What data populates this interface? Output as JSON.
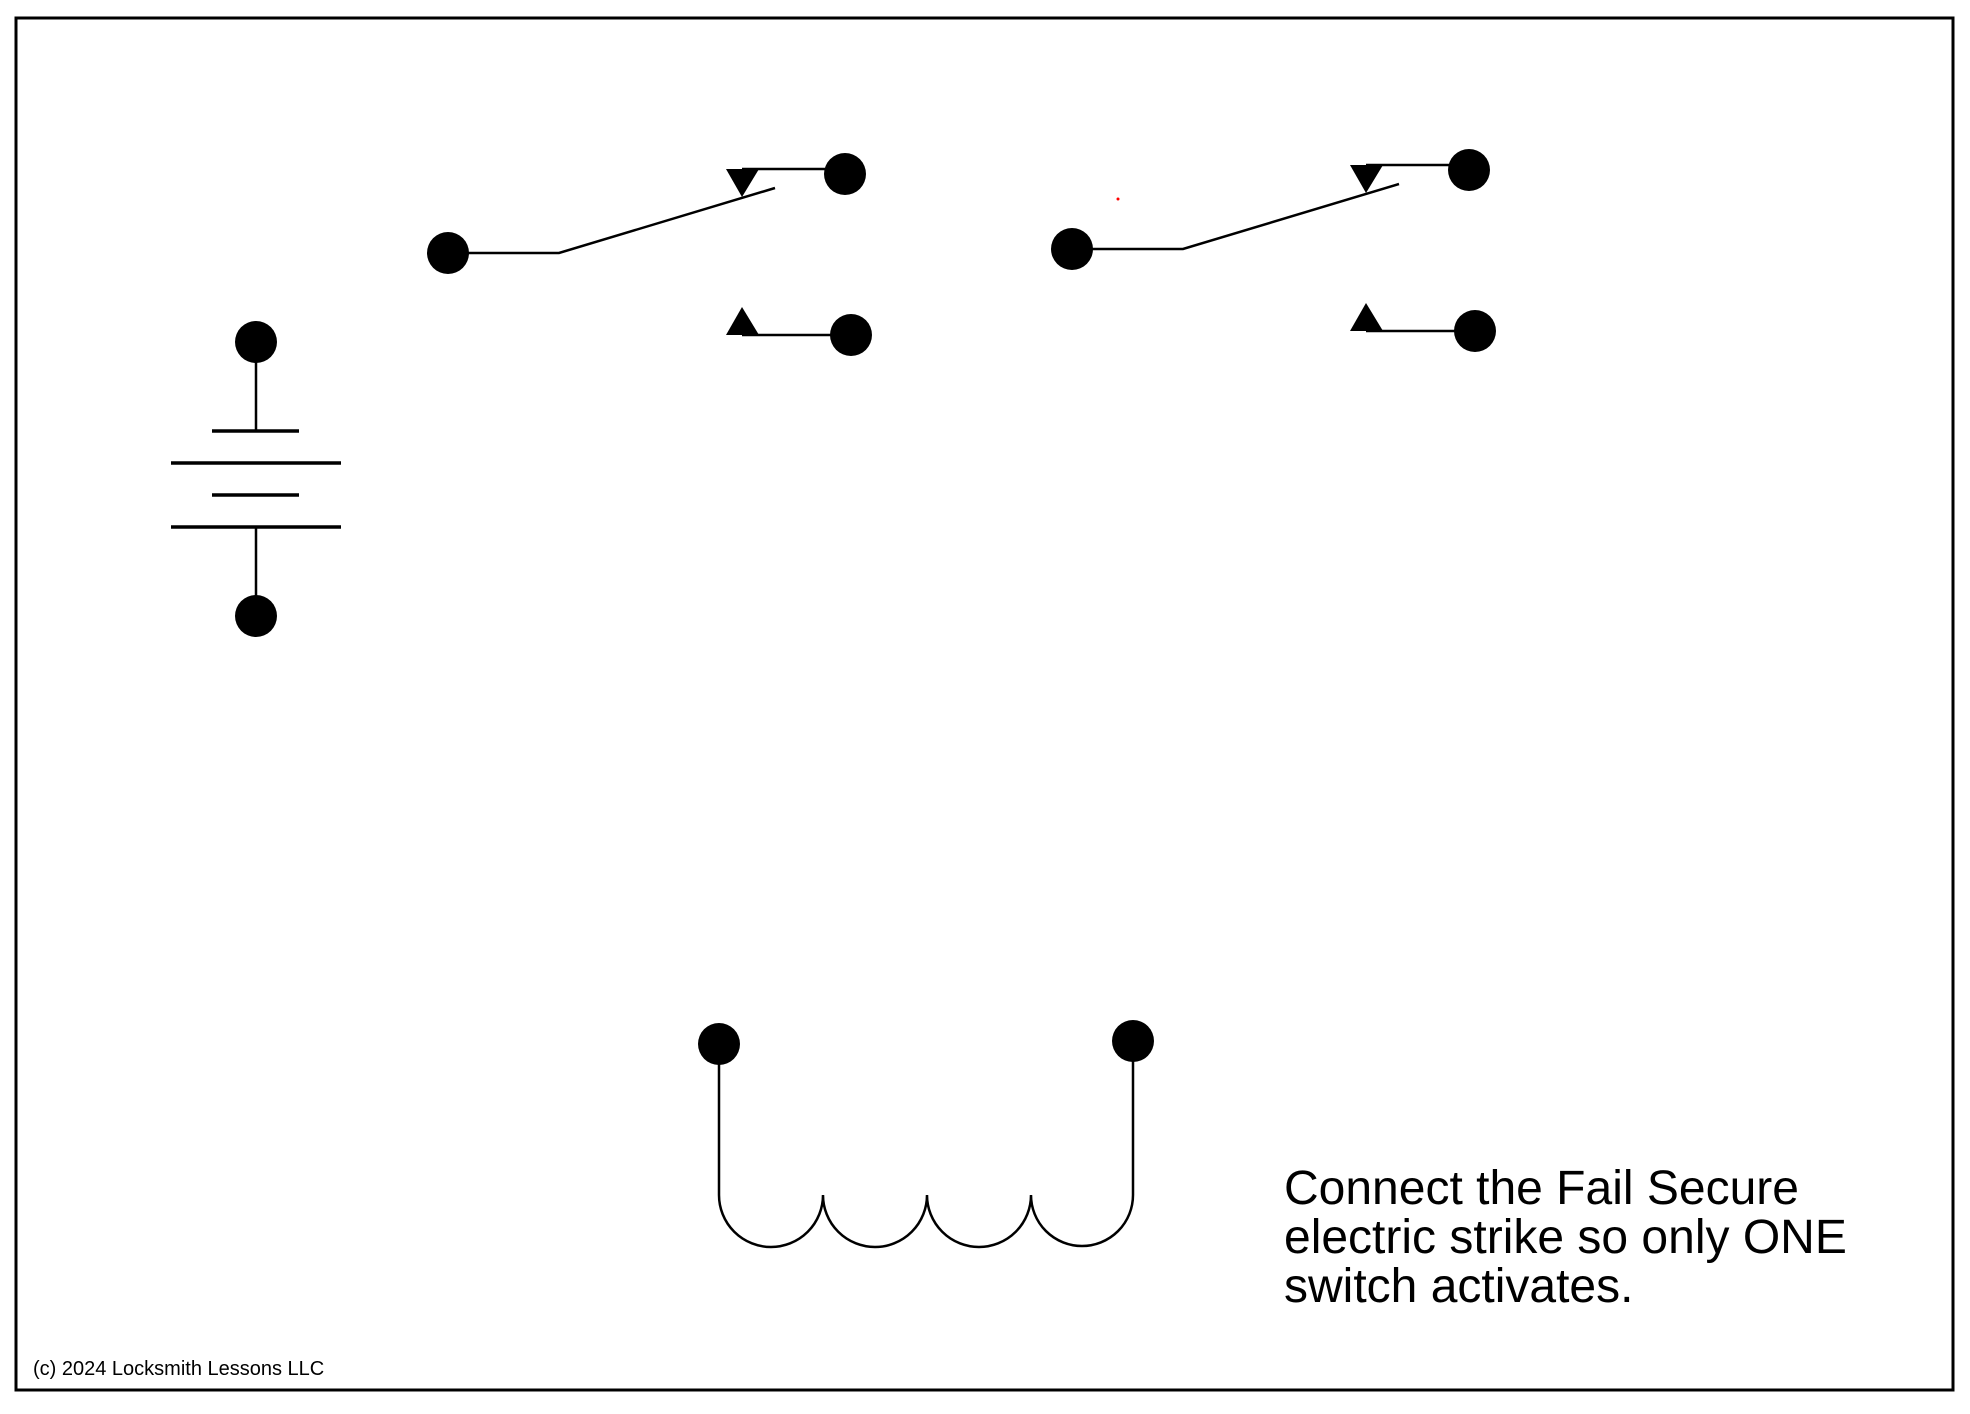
{
  "instruction": {
    "lines": [
      "Connect the Fail Secure",
      "electric strike so only ONE",
      "switch activates."
    ]
  },
  "copyright": "(c) 2024 Locksmith Lessons LLC",
  "components": {
    "battery": {
      "symbol": "battery-icon"
    },
    "switches": [
      {
        "symbol": "spdt-switch-icon",
        "contacts": [
          "common",
          "normally-closed",
          "normally-open"
        ]
      },
      {
        "symbol": "spdt-switch-icon",
        "contacts": [
          "common",
          "normally-closed",
          "normally-open"
        ]
      }
    ],
    "strike": {
      "symbol": "electric-strike-coil-icon",
      "type": "Fail Secure"
    }
  },
  "colors": {
    "ink": "#000000",
    "background": "#ffffff",
    "stray_mark": "#ff0000"
  }
}
